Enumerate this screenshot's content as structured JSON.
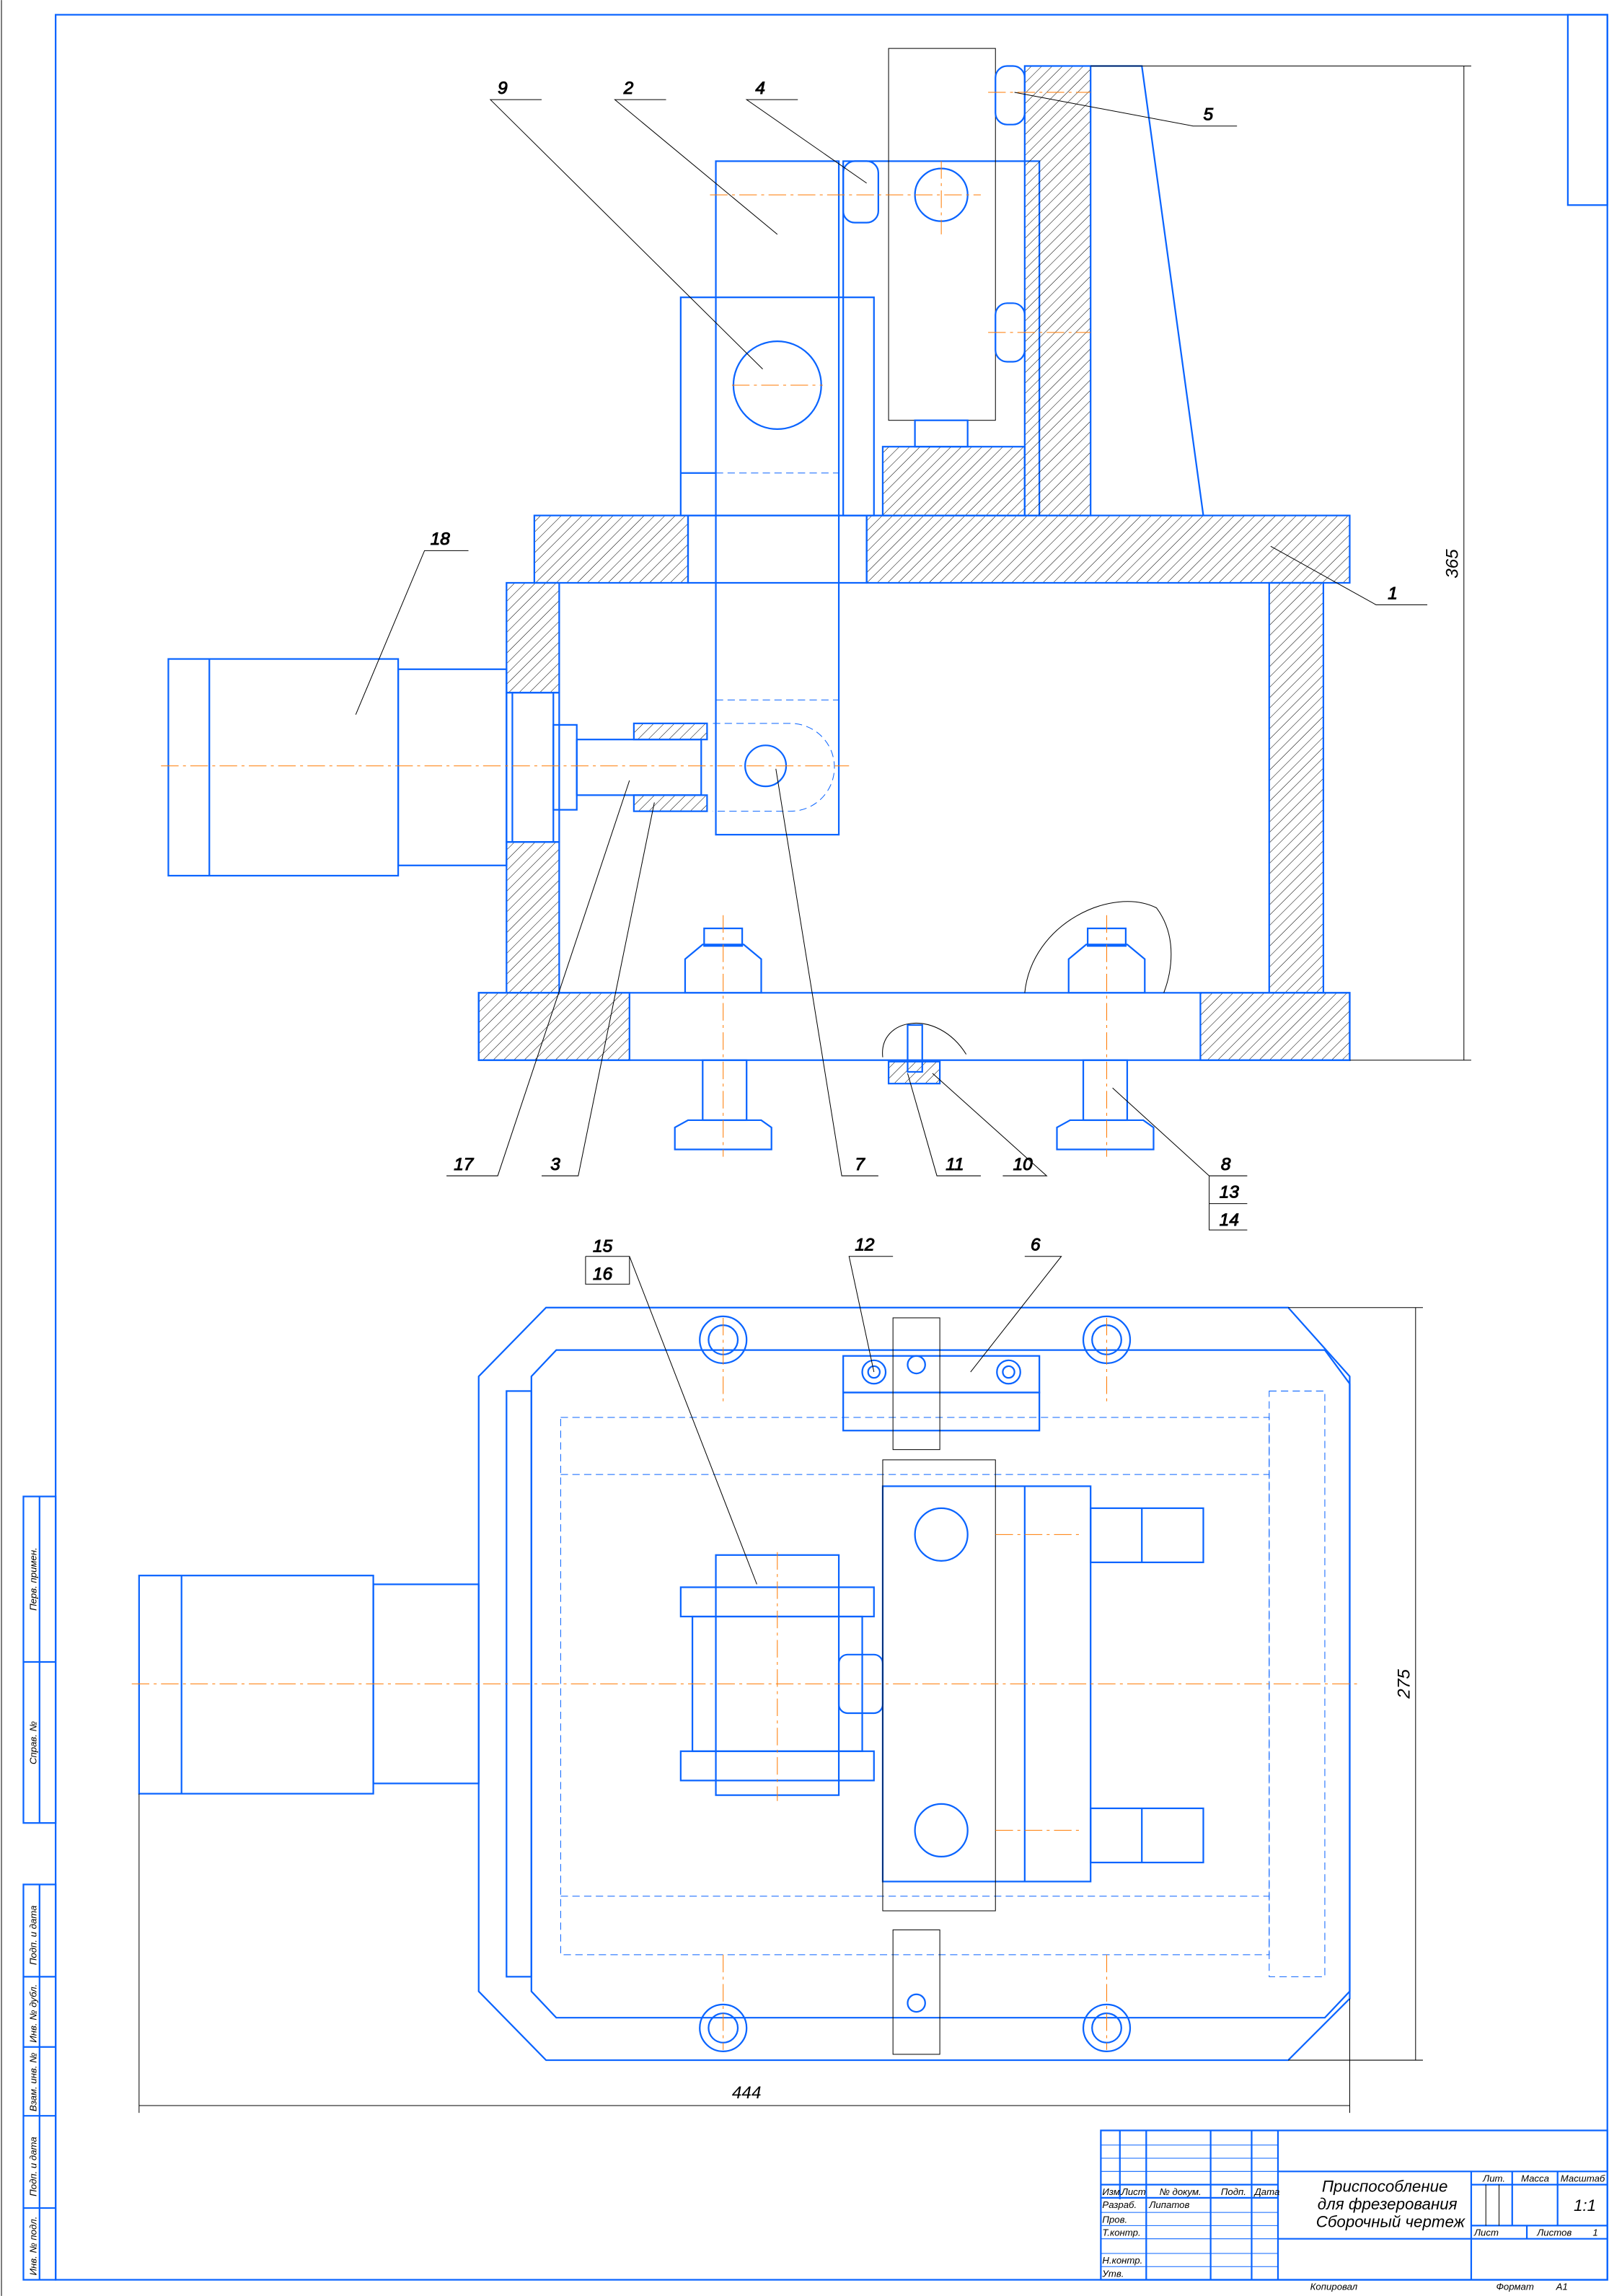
{
  "labels": {
    "p9": "9",
    "p2": "2",
    "p4": "4",
    "p5": "5",
    "p1": "1",
    "p18": "18",
    "p17": "17",
    "p3": "3",
    "p7": "7",
    "p11": "11",
    "p10": "10",
    "p8": "8",
    "p13": "13",
    "p14": "14",
    "p15": "15",
    "p16": "16",
    "p12": "12",
    "p6": "6"
  },
  "dimensions": {
    "height": "365",
    "depth": "275",
    "length": "444"
  },
  "title_block": {
    "title_line1": "Приспособление",
    "title_line2": "для фрезерования",
    "title_line3": "Сборочный чертеж",
    "col_izm": "Изм.",
    "col_list": "Лист",
    "col_doc": "№ докум.",
    "col_sign": "Подп.",
    "col_date": "Дата",
    "razrab": "Разраб.",
    "razrab_name": "Липатов",
    "prov": "Пров.",
    "tkontr": "Т.контр.",
    "nkontr": "Н.контр.",
    "utv": "Утв.",
    "lit": "Лит.",
    "massa": "Масса",
    "masshtab": "Масштаб",
    "scale": "1:1",
    "sheet": "Лист",
    "sheets": "Листов",
    "sheets_count": "1",
    "copied": "Копировал",
    "format_label": "Формат",
    "format": "A1"
  },
  "side_stamp": {
    "perv_primen": "Перв. примен.",
    "sprav_no": "Справ. №",
    "podp_data_1": "Подп. и дата",
    "inv_dubl": "Инв. № дубл.",
    "vzam_inv": "Взам. инв. №",
    "podp_data_2": "Подп. и дата",
    "inv_podl": "Инв. № подл."
  }
}
